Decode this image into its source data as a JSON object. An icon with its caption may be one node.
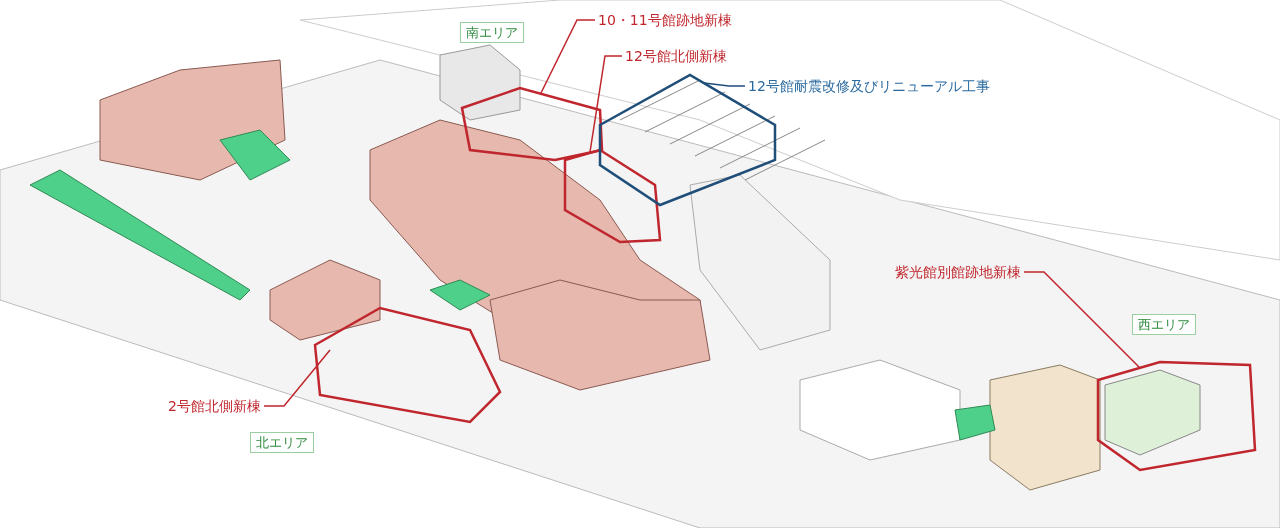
{
  "diagram": {
    "nodes": [
      {
        "text": [
          "南エリア"
        ]
      },
      {
        "text": [
          "10・11号館跡地新棟"
        ]
      },
      {
        "text": [
          "12号館北側新棟"
        ]
      },
      {
        "text": [
          "12号館耐震改修及びリニューアル工事"
        ]
      },
      {
        "text": [],
        "shape": "picture"
      },
      {
        "text": [],
        "shape": "picture"
      },
      {
        "text": [],
        "shape": "picture"
      },
      {
        "text": [
          "紫光館別館跡地新棟"
        ]
      },
      {
        "text": [
          "西エリア"
        ]
      },
      {
        "text": [],
        "shape": "picture"
      },
      {
        "text": [
          "2号館北側新棟"
        ]
      },
      {
        "text": [],
        "shape": "picture"
      },
      {
        "text": [
          "北エリア"
        ]
      }
    ],
    "edges": [
      {
        "from": 1,
        "to": 4,
        "arrow": "none"
      },
      {
        "from": 2,
        "to": 5,
        "arrow": "none"
      },
      {
        "from": 3,
        "to": 6,
        "arrow": "none",
        "color": "#1f4e79"
      },
      {
        "from": 7,
        "to": 9,
        "arrow": "none"
      },
      {
        "from": 10,
        "to": 11,
        "arrow": "none"
      }
    ]
  }
}
